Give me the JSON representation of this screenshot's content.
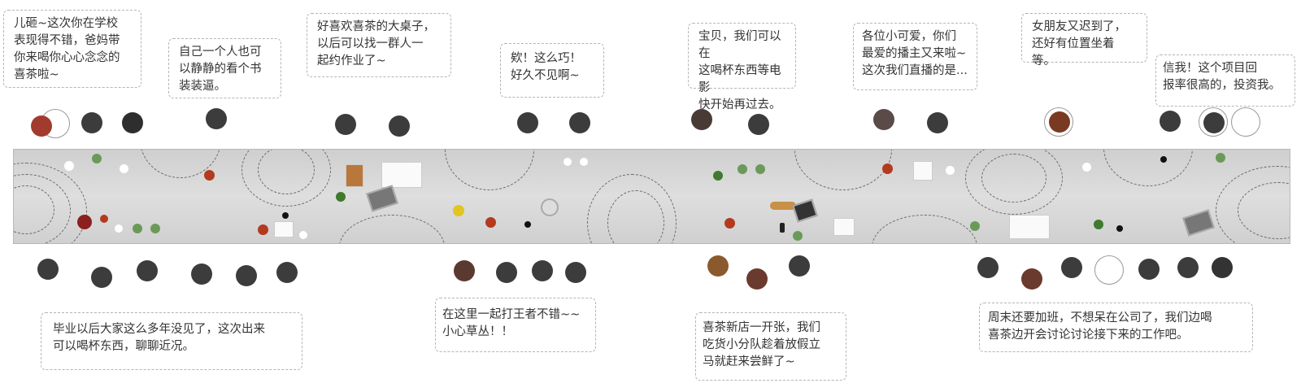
{
  "scene": {
    "description": "Top-down illustration of a long shared table with groups of people and speech bubbles",
    "table_color": "#d6d6d6",
    "bubble_border_color": "#b5b5b5",
    "text_color": "#333333"
  },
  "bubbles_top": [
    {
      "id": "family",
      "text": "儿砸~这次你在学校\n表现得不错，爸妈带\n你来喝你心心念念的\n喜茶啦~"
    },
    {
      "id": "alone",
      "text": "自己一个人也可\n以静静的看个书\n装装逼。"
    },
    {
      "id": "homework",
      "text": "好喜欢喜茶的大桌子，\n以后可以找一群人一\n起约作业了~"
    },
    {
      "id": "coincidence",
      "text": "欸！这么巧！\n好久不见啊~"
    },
    {
      "id": "movie",
      "text": "宝贝，我们可以在\n这喝杯东西等电影\n快开始再过去。"
    },
    {
      "id": "livestream",
      "text": "各位小可爱，你们\n最爱的播主又来啦~\n这次我们直播的是..."
    },
    {
      "id": "girlfriend",
      "text": "女朋友又迟到了，\n还好有位置坐着等。"
    },
    {
      "id": "invest",
      "text": "信我！这个项目回\n报率很高的，投资我。"
    }
  ],
  "bubbles_bottom": [
    {
      "id": "reunion",
      "text": "毕业以后大家这么多年没见了，这次出来\n可以喝杯东西，聊聊近况。"
    },
    {
      "id": "gaming",
      "text": "在这里一起打王者不错~~\n小心草丛！！"
    },
    {
      "id": "foodies",
      "text": "喜茶新店一开张，我们\n吃货小分队趁着放假立\n马就赶来尝鲜了~"
    },
    {
      "id": "overtime",
      "text": "周末还要加班，不想呆在公司了，我们边喝\n喜茶边开会讨论讨论接下来的工作吧。"
    }
  ]
}
